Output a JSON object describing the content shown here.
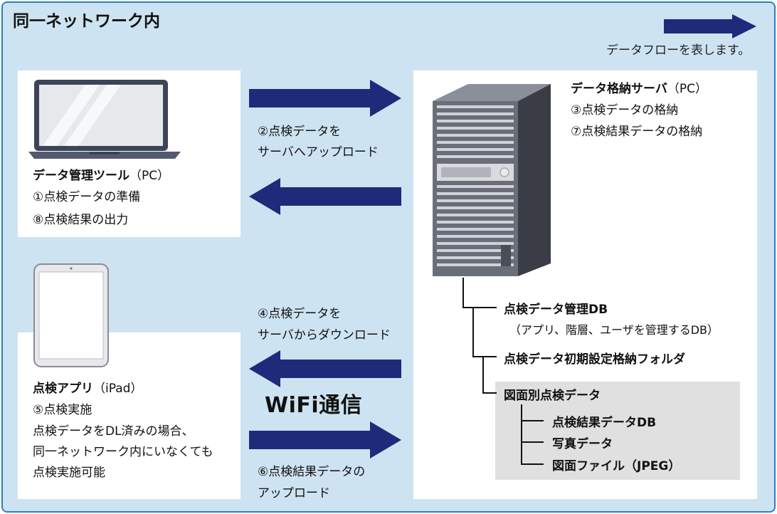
{
  "title": "同一ネットワーク内",
  "legend": {
    "text": "データフローを表します。"
  },
  "pc_tool": {
    "name": "データ管理ツール",
    "suffix": "（PC）",
    "line1": "①点検データの準備",
    "line2": "⑧点検結果の出力"
  },
  "server": {
    "name": "データ格納サーバ",
    "suffix": "（PC）",
    "line1": "③点検データの格納",
    "line2": "⑦点検結果データの格納"
  },
  "ipad": {
    "name": "点検アプリ",
    "suffix": "（iPad）",
    "line1": "⑤点検実施",
    "line2": "点検データをDL済みの場合、",
    "line3": "同一ネットワーク内にいなくても",
    "line4": "点検実施可能"
  },
  "flows": {
    "upload_1": "②点検データを",
    "upload_2": "サーバへアップロード",
    "download_1": "④点検データを",
    "download_2": "サーバからダウンロード",
    "result_1": "⑥点検結果データの",
    "result_2": "アップロード",
    "wifi": "WiFi通信"
  },
  "db": {
    "mgmt": "点検データ管理DB",
    "mgmt_note": "（アプリ、階層、ユーザを管理するDB）",
    "initial": "点検データ初期設定格納フォルダ",
    "by_drawing": "図面別点検データ",
    "result_db": "点検結果データDB",
    "photo": "写真データ",
    "drawing_file": "図面ファイル（JPEG）"
  },
  "colors": {
    "arrow": "#1f2a7a",
    "frame_bg": "#cde3f2",
    "frame_border": "#2a7fc4",
    "subbox": "#e0e0e0"
  }
}
